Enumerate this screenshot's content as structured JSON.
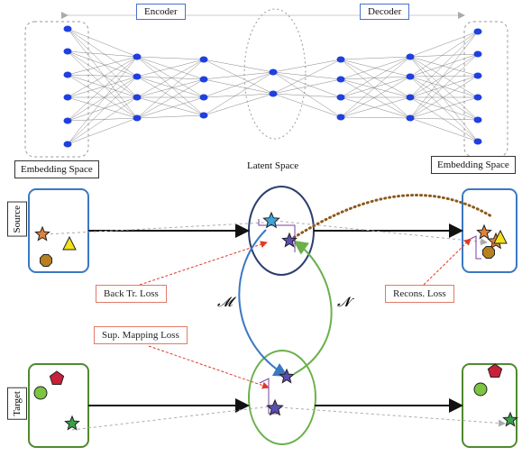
{
  "labels": {
    "encoder": "Encoder",
    "decoder": "Decoder",
    "embedding_left": "Embedding Space",
    "latent": "Latent Space",
    "embedding_right": "Embedding Space",
    "source": "Source",
    "target": "Target",
    "back_tr_loss": "Back Tr. Loss",
    "recons_loss": "Recons. Loss",
    "sup_mapping_loss": "Sup. Mapping Loss",
    "map_m": "𝓜",
    "map_n": "𝓝"
  },
  "colors": {
    "node": "#1f3fe0",
    "blue_box": "#3a78c2",
    "green_box": "#4f8a2e",
    "latent_source": "#2c3e6e",
    "latent_target": "#6ab04c",
    "arrow_m": "#3a78c2",
    "arrow_n": "#6ab04c",
    "loss_dashed": "#e03a2a",
    "bracket": "#7a3fa0",
    "dotted_brown": "#8b5a1a",
    "star_orange": "#e0823a",
    "star_cyan": "#3fa6d8",
    "star_purple": "#5a4fb0",
    "star_green": "#38a24a",
    "triangle_yellow": "#f2e21a",
    "octagon_brown": "#b8801e",
    "pentagon_red": "#c8203a",
    "circle_green": "#7cc442"
  }
}
